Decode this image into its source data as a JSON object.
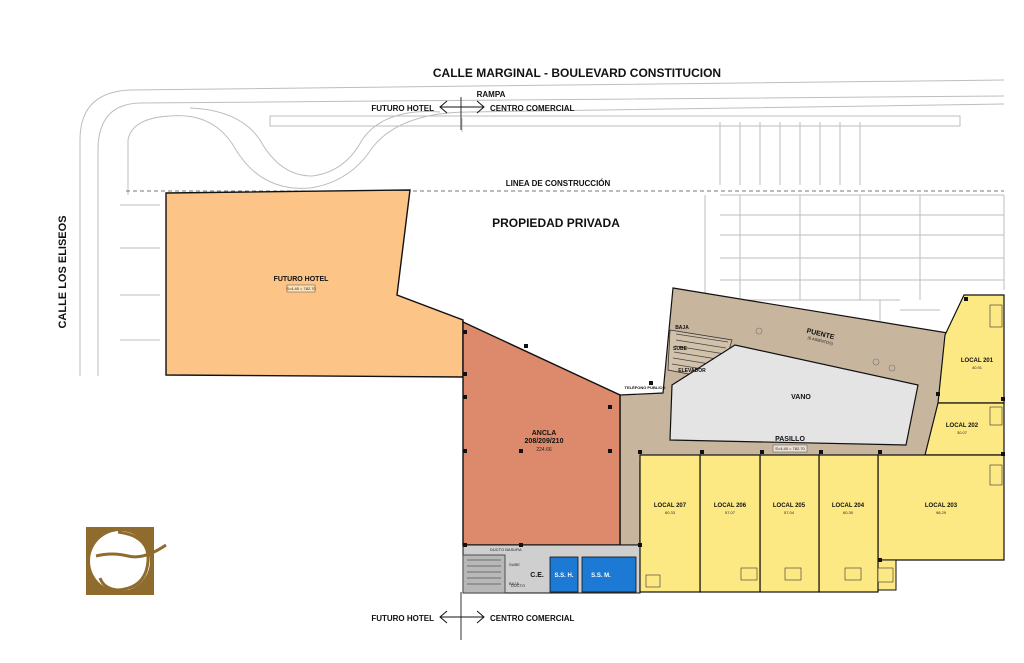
{
  "streets": {
    "top": "CALLE MARGINAL - BOULEVARD CONSTITUCION",
    "left": "CALLE LOS ELISEOS",
    "ramp": "RAMPA",
    "construction_line": "LINEA DE CONSTRUCCIÓN",
    "private_property": "PROPIEDAD PRIVADA"
  },
  "direction_top": {
    "left": "FUTURO HOTEL",
    "right": "CENTRO COMERCIAL"
  },
  "direction_bottom": {
    "left": "FUTURO HOTEL",
    "right": "CENTRO COMERCIAL"
  },
  "areas": {
    "hotel": {
      "name": "FUTURO HOTEL",
      "tag": "S=4.40 = 782.70"
    },
    "ancla": {
      "name": "ANCLA",
      "number": "208/209/210",
      "area": "224.66"
    },
    "vano": "VANO",
    "puente": "PUENTE",
    "puente_note": "(6 ASIENTOS)",
    "pasillo": "PASILLO",
    "pasillo_tag": "S=4.40 = 782.70",
    "elevator": "ELEVADOR",
    "phone": "TELÉFONO PÚBLICO",
    "baja": "BAJA",
    "sube": "SUBE",
    "ce": "C.E.",
    "ssh": "S.S. H.",
    "ssm": "S.S. M.",
    "ducto_basura": "DUCTO BASURA",
    "ducto": "DUCTO",
    "stair_sube": "SUBE",
    "stair_baja": "BAJA"
  },
  "locales": [
    {
      "name": "LOCAL 201",
      "area": "40.91"
    },
    {
      "name": "LOCAL 202",
      "area": "30.07"
    },
    {
      "name": "LOCAL 203",
      "area": "98.29"
    },
    {
      "name": "LOCAL 204",
      "area": "60.30"
    },
    {
      "name": "LOCAL 205",
      "area": "57.04"
    },
    {
      "name": "LOCAL 206",
      "area": "57.07"
    },
    {
      "name": "LOCAL 207",
      "area": "60.33"
    }
  ],
  "colors": {
    "hotel": "#fcc487",
    "ancla": "#dc8a6b",
    "local": "#fde984",
    "corridor": "#c7b59e",
    "vano": "#e4e4e4",
    "restroom": "#1c7ad4",
    "service": "#cfcfcf",
    "logo": "#8f6b2e"
  }
}
